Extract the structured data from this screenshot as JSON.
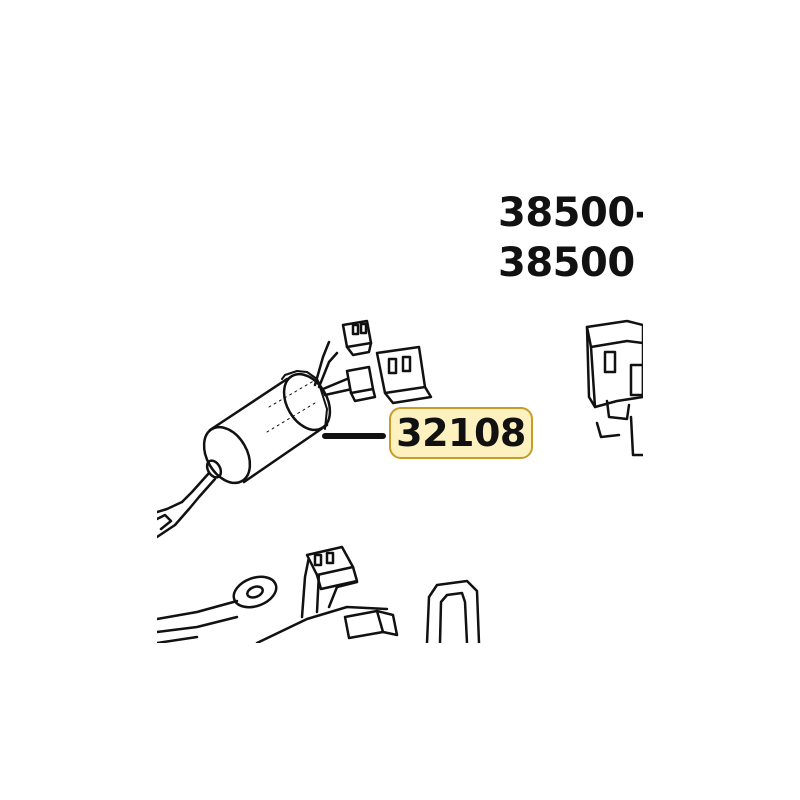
{
  "part_labels": {
    "top_line_1": "38500-",
    "top_line_2": "38500",
    "callout": "32108"
  },
  "colors": {
    "callout_fill": "#fdf1bf",
    "callout_border": "#c89b2a",
    "ink": "#111111"
  }
}
